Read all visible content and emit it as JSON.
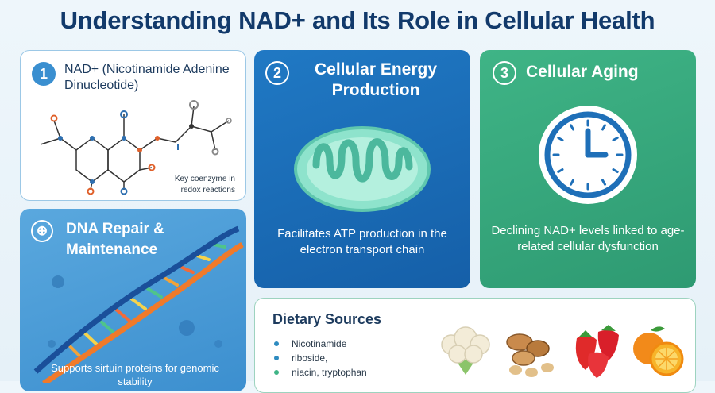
{
  "title": "Understanding NAD+ and Its Role in Cellular Health",
  "cards": {
    "nad": {
      "number": "1",
      "heading": "NAD+ (Nicotinamide Adenine Dinucleotide)",
      "description": "Key coenzyme in redox reactions",
      "icon": "molecule-structure"
    },
    "energy": {
      "number": "2",
      "heading": "Cellular Energy Production",
      "description": "Facilitates ATP production in the electron transport chain",
      "icon": "mitochondrion"
    },
    "aging": {
      "number": "3",
      "heading": "Cellular Aging",
      "description": "Declining NAD+ levels linked to age-related cellular dysfunction",
      "icon": "clock"
    },
    "dna": {
      "number": "⊕",
      "heading": "DNA Repair & Maintenance",
      "description": "Supports sirtuin proteins for genomic stability",
      "icon": "dna-helix"
    },
    "diet": {
      "heading": "Dietary Sources",
      "items": [
        "Nicotinamide",
        "riboside,",
        "niacin, tryptophan"
      ],
      "icons": [
        "cauliflower",
        "nuts",
        "strawberries",
        "oranges"
      ]
    }
  },
  "colors": {
    "title": "#123a6b",
    "blue": "#1a6fba",
    "green": "#3aa97d",
    "lightblue": "#4a9bd8"
  }
}
